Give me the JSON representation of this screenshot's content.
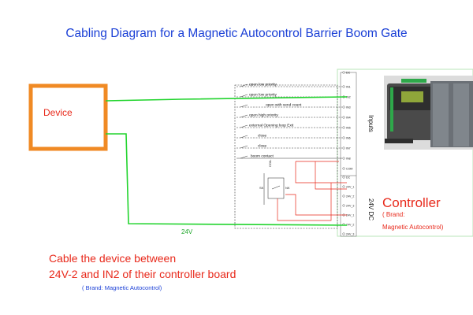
{
  "title": "Cabling Diagram for a Magnetic Autocontrol Barrier Boom Gate",
  "device_label": "Device",
  "voltage_label": "24V",
  "controller_label": "Controller",
  "controller_brand": "( Brand:",
  "controller_brand_2": "Magnetic Autocontrol)",
  "group_inputs": "Inputs",
  "group_24v": "24V DC",
  "input_lines": [
    "open low priority",
    "open low priority",
    "open with vend count",
    "open high priority",
    "external Opening loop Exit",
    "close",
    "close",
    "boom contact"
  ],
  "terminals": [
    "DC",
    "IN1",
    "IN2",
    "IN3",
    "IN4",
    "IN5",
    "IN6",
    "IN7",
    "IN8",
    "COM",
    "DC",
    "24V_1",
    "24V_2",
    "24V_3",
    "24V_1",
    "24V_2",
    "24V_3"
  ],
  "relay_label": "COIL",
  "relay_pin_a": "SK",
  "relay_pin_b": "NK",
  "note_line1": "Cable the device between",
  "note_line2": "24V-2 and IN2 of their controller board",
  "note_brand": "( Brand: Magnetic Autocontrol)",
  "colors": {
    "title": "#1a3fd6",
    "device_border": "#f08a24",
    "wire": "#22d42e",
    "red": "#e8291b",
    "terminal_border": "#b8e6b8"
  }
}
